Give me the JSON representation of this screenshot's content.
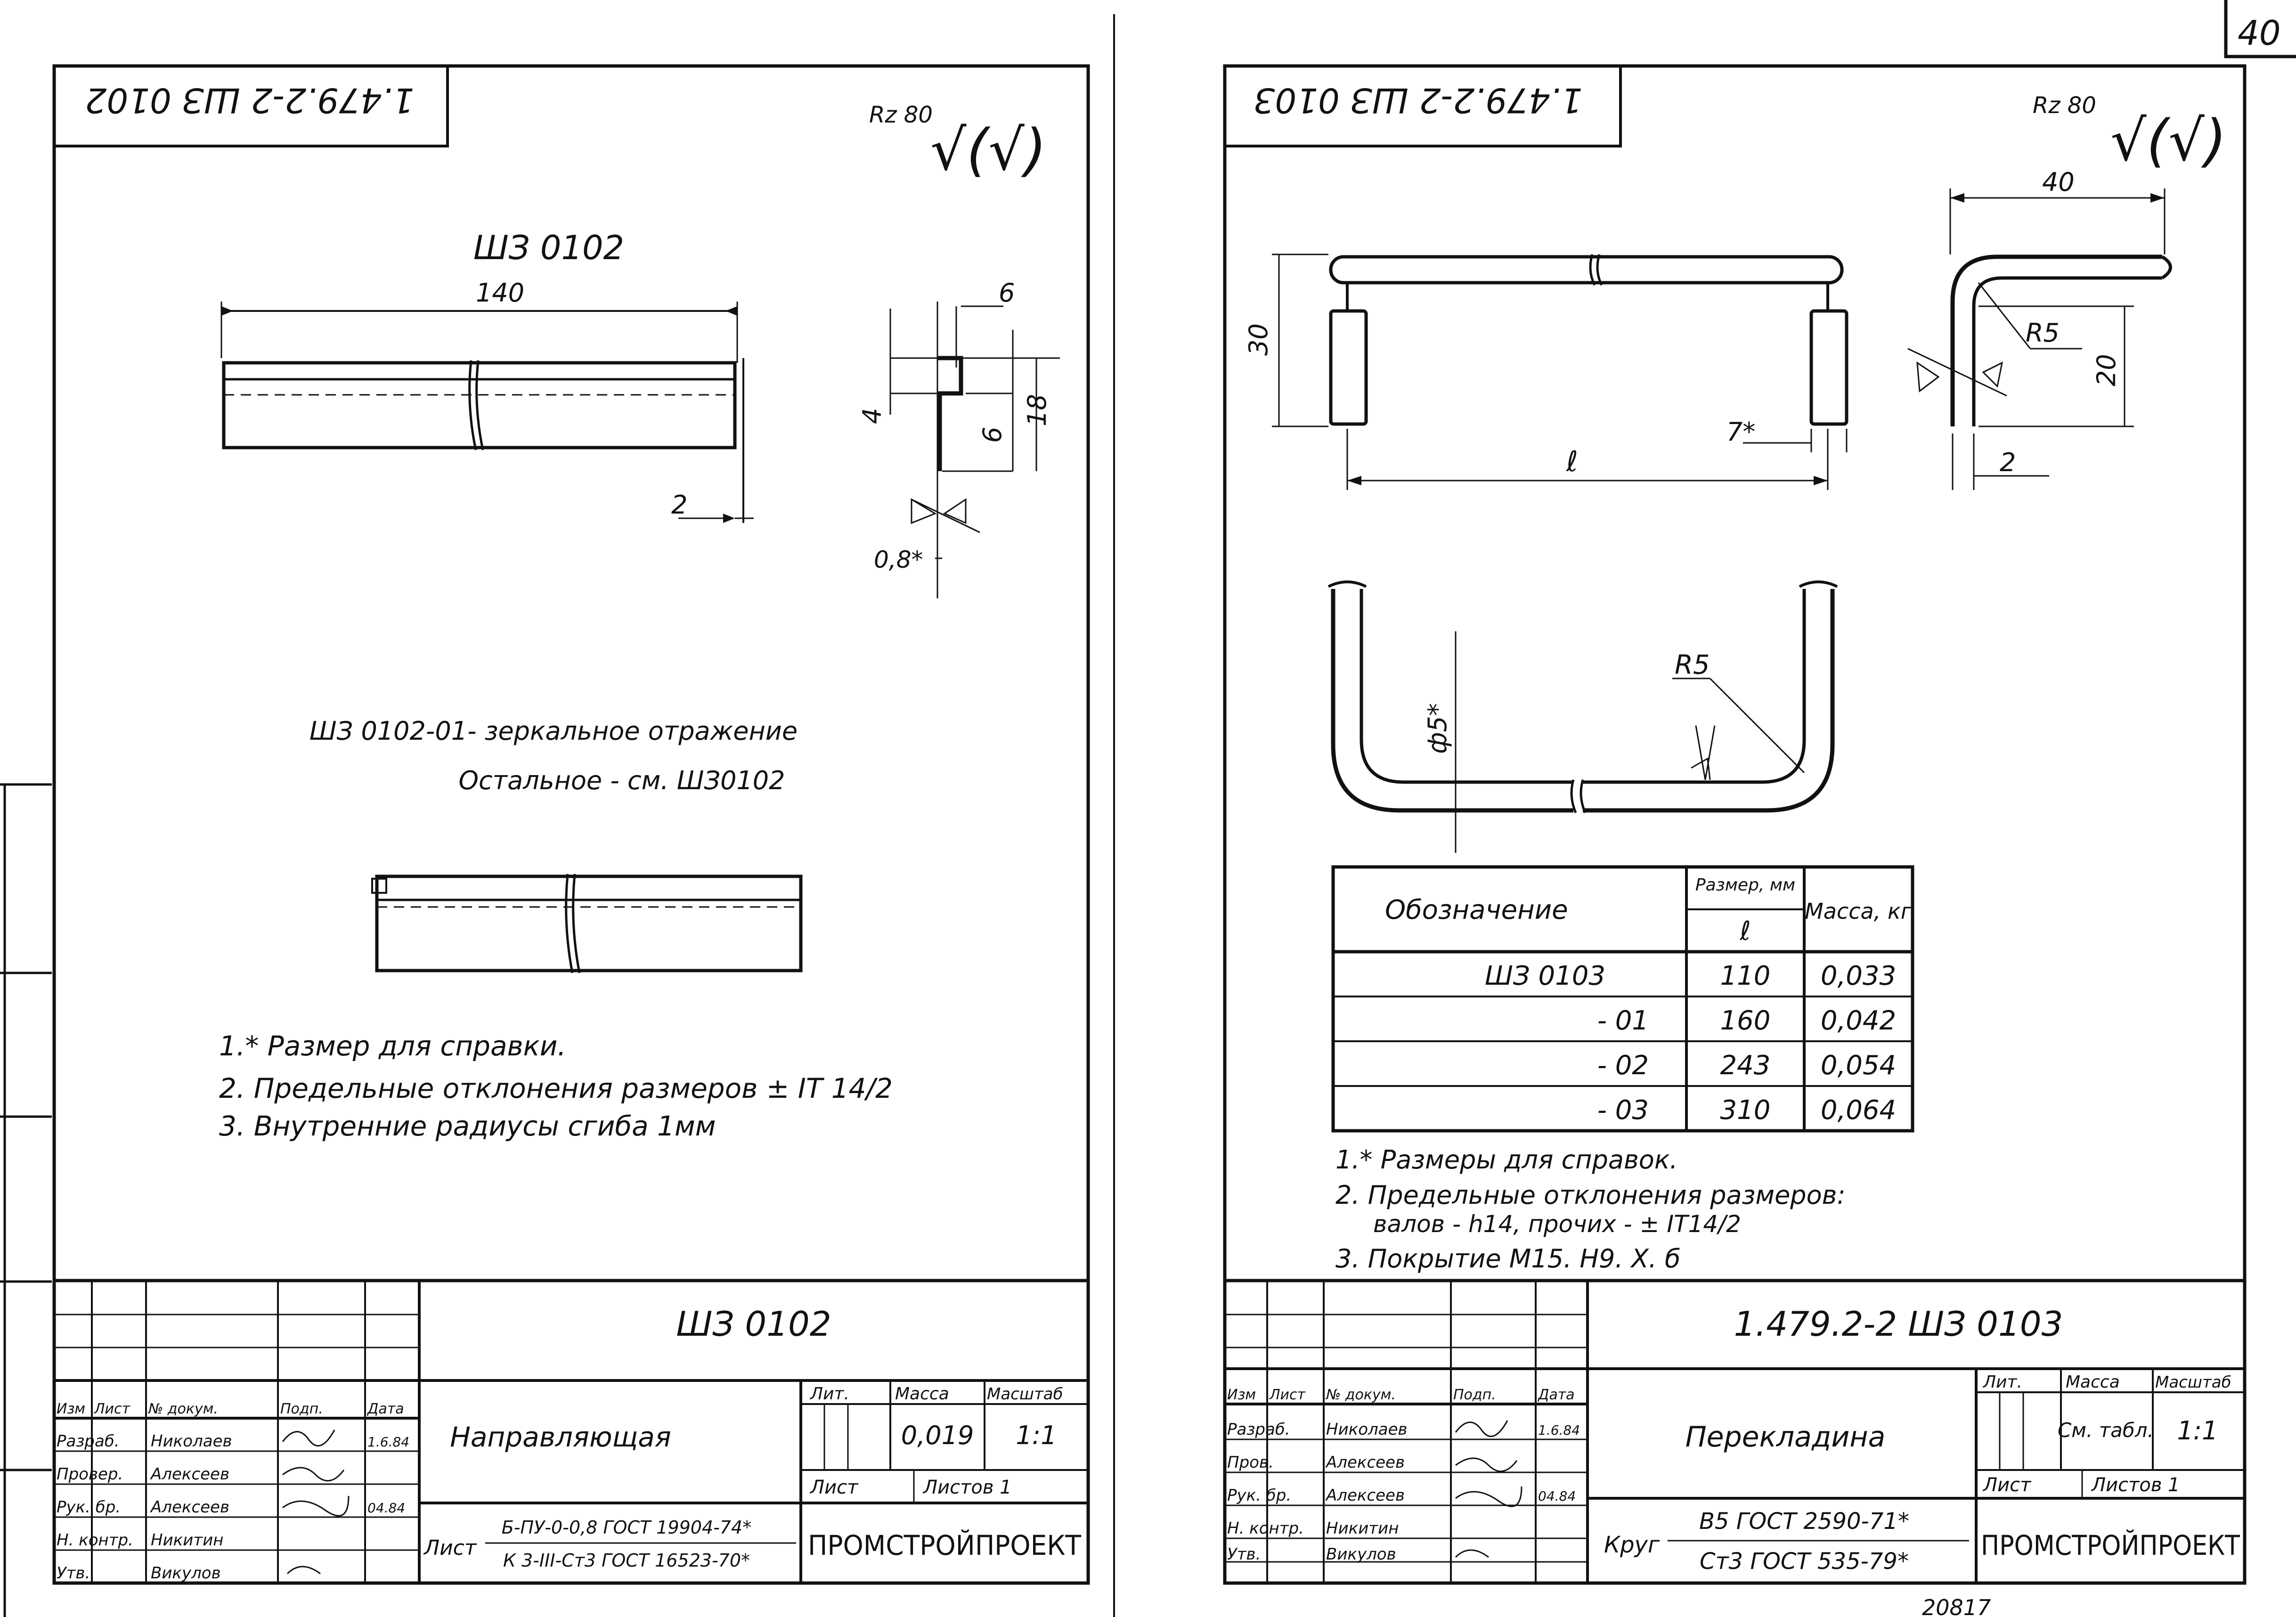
{
  "page_number": "40",
  "left_sheet": {
    "rotated_code": "1.479.2-2 ШЗ 0102",
    "roughness": {
      "label": "Rz 80",
      "symbol": "√(√)"
    },
    "part_title": "ШЗ 0102",
    "dims": {
      "length": "140",
      "d6": "6",
      "d4": "4",
      "d6b": "6",
      "d18": "18",
      "d2": "2",
      "thickness": "0,8*"
    },
    "mirror_note_1": "ШЗ 0102-01- зеркальное отражение",
    "mirror_note_2": "Остальное - см. ШЗ0102",
    "notes": [
      "1.* Размер для справки.",
      "2. Предельные отклонения размеров ± IT 14/2",
      "3. Внутренние радиусы сгиба 1мм"
    ],
    "title_block": {
      "designation": "ШЗ 0102",
      "name": "Направляющая",
      "col_headers": [
        "Изм",
        "Лист",
        "№ докум.",
        "Подп.",
        "Дата"
      ],
      "roles": [
        {
          "role": "Разраб.",
          "person": "Николаев",
          "date": "1.6.84"
        },
        {
          "role": "Провер.",
          "person": "Алексеев",
          "date": ""
        },
        {
          "role": "Рук. бр.",
          "person": "Алексеев",
          "date": "04.84"
        },
        {
          "role": "Н. контр.",
          "person": "Никитин",
          "date": ""
        },
        {
          "role": "Утв.",
          "person": "Викулов",
          "date": ""
        }
      ],
      "lit_label": "Лит.",
      "mass_label": "Масса",
      "scale_label": "Масштаб",
      "mass": "0,019",
      "scale": "1:1",
      "sheet_label": "Лист",
      "sheets_label": "Листов 1",
      "material_prefix": "Лист",
      "material_top": "Б-ПУ-0-0,8 ГОСТ 19904-74*",
      "material_bottom": "К 3-III-Ст3 ГОСТ 16523-70*",
      "org": "ПРОМСТРОЙПРОЕКТ"
    }
  },
  "right_sheet": {
    "rotated_code": "1.479.2-2 ШЗ 0103",
    "roughness": {
      "label": "Rz 80",
      "symbol": "√(√)"
    },
    "dims": {
      "height": "30",
      "ref7": "7*",
      "length_l": "ℓ",
      "width40": "40",
      "radius": "R5",
      "h20": "20",
      "t2": "2",
      "dia": "ф5*",
      "radius2": "R5"
    },
    "table": {
      "headers": [
        "Обозначение",
        "Размер, мм",
        "ℓ",
        "Масса, кг"
      ],
      "rows": [
        {
          "designation": "ШЗ 0103",
          "size": "110",
          "mass": "0,033"
        },
        {
          "designation": "- 01",
          "size": "160",
          "mass": "0,042"
        },
        {
          "designation": "- 02",
          "size": "243",
          "mass": "0,054"
        },
        {
          "designation": "- 03",
          "size": "310",
          "mass": "0,064"
        }
      ]
    },
    "notes": [
      "1.* Размеры для справок.",
      "2. Предельные отклонения размеров:",
      "валов - h14, прочих - ± IT14/2",
      "3. Покрытие М15. Н9. Х. б"
    ],
    "title_block": {
      "designation": "1.479.2-2   ШЗ 0103",
      "name": "Перекладина",
      "col_headers": [
        "Изм",
        "Лист",
        "№ докум.",
        "Подп.",
        "Дата"
      ],
      "roles": [
        {
          "role": "Разраб.",
          "person": "Николаев",
          "date": "1.6.84"
        },
        {
          "role": "Пров.",
          "person": "Алексеев",
          "date": ""
        },
        {
          "role": "Рук. бр.",
          "person": "Алексеев",
          "date": "04.84"
        },
        {
          "role": "Н. контр.",
          "person": "Никитин",
          "date": ""
        },
        {
          "role": "Утв.",
          "person": "Викулов",
          "date": ""
        }
      ],
      "lit_label": "Лит.",
      "mass_label": "Масса",
      "scale_label": "Масштаб",
      "mass": "См. табл.",
      "scale": "1:1",
      "sheet_label": "Лист",
      "sheets_label": "Листов 1",
      "material_prefix": "Круг",
      "material_top": "В5 ГОСТ 2590-71*",
      "material_bottom": "Ст3 ГОСТ 535-79*",
      "org": "ПРОМСТРОЙПРОЕКТ"
    }
  },
  "archive_number": "20817"
}
